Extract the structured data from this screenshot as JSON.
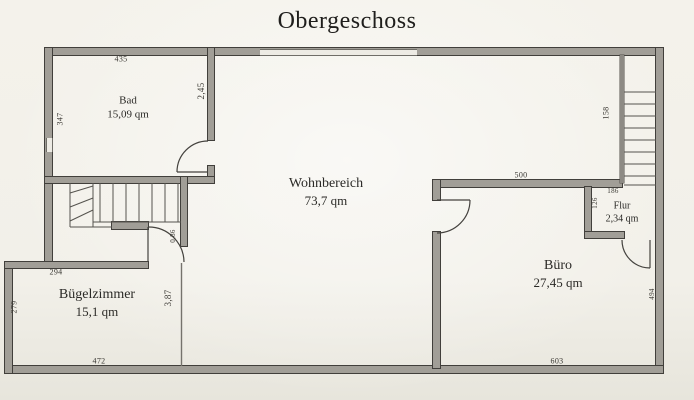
{
  "title": "Obergeschoss",
  "rooms": {
    "bad": {
      "name": "Bad",
      "area": "15,09 qm"
    },
    "wohnbereich": {
      "name": "Wohnbereich",
      "area": "73,7 qm"
    },
    "flur": {
      "name": "Flur",
      "area": "2,34 qm"
    },
    "buero": {
      "name": "Büro",
      "area": "27,45 qm"
    },
    "buegelzimmer": {
      "name": "Bügelzimmer",
      "area": "15,1 qm"
    }
  },
  "dims": {
    "bad_top": "435",
    "bad_left": "347",
    "bad_right": "2,45",
    "stair_door": "0,86",
    "wohnbereich_right_wall": "500",
    "stair_shaft": "158",
    "flur_top": "186",
    "flur_left": "126",
    "buegelzimmer_top": "294",
    "buegelzimmer_left": "279",
    "buegelzimmer_right": "3,87",
    "buegelzimmer_bottom": "472",
    "buero_bottom": "603",
    "buero_right": "494"
  },
  "colors": {
    "paper": "#f2f0e9",
    "wall_fill": "#a19e97",
    "line": "#413f3b"
  }
}
